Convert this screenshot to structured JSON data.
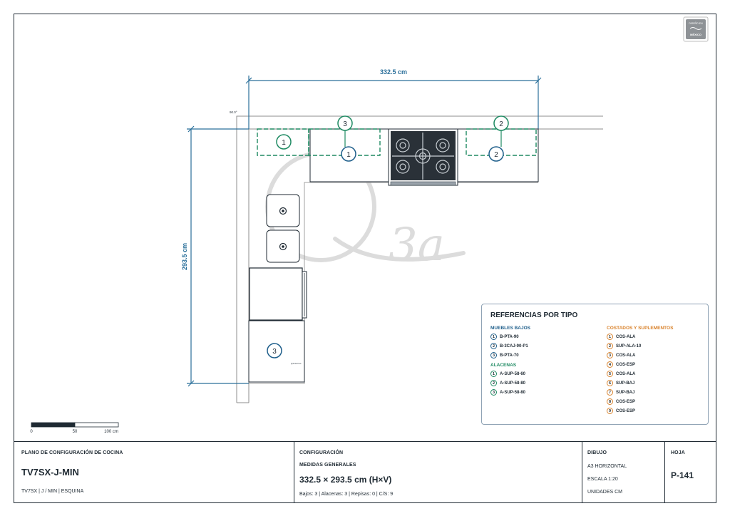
{
  "drawing": {
    "width_dim": "332.5 cm",
    "height_dim": "293.5 cm",
    "angle": "90.0°",
    "watermark": "3a",
    "stamp_text": [
      "DISEÑO EN",
      "MÉXICO"
    ],
    "unit_labels": {
      "base_1": "1",
      "base_2": "2",
      "base_3": "3",
      "wall_1": "1",
      "wall_2": "2",
      "wall_3": "3"
    },
    "appliance_tag": "Q3 Hornos"
  },
  "scale_bar": {
    "ticks": [
      "0",
      "50",
      "100 cm"
    ]
  },
  "legend": {
    "title": "REFERENCIAS POR TIPO",
    "groups": {
      "muebles_bajos": {
        "title": "MUEBLES BAJOS",
        "items": [
          {
            "n": "1",
            "code": "B-PTA-90"
          },
          {
            "n": "2",
            "code": "B-3CAJ-90-P1"
          },
          {
            "n": "3",
            "code": "B-PTA-70"
          }
        ]
      },
      "alacenas": {
        "title": "ALACENAS",
        "items": [
          {
            "n": "1",
            "code": "A-SUP-58-60"
          },
          {
            "n": "2",
            "code": "A-SUP-58-80"
          },
          {
            "n": "3",
            "code": "A-SUP-58-80"
          }
        ]
      },
      "costados": {
        "title": "COSTADOS Y SUPLEMENTOS",
        "items": [
          {
            "n": "1",
            "code": "COS-ALA"
          },
          {
            "n": "2",
            "code": "SUP-ALA-10"
          },
          {
            "n": "3",
            "code": "COS-ALA"
          },
          {
            "n": "4",
            "code": "COS-ESP"
          },
          {
            "n": "5",
            "code": "COS-ALA"
          },
          {
            "n": "6",
            "code": "SUP-BAJ"
          },
          {
            "n": "7",
            "code": "SUP-BAJ"
          },
          {
            "n": "8",
            "code": "COS-ESP"
          },
          {
            "n": "9",
            "code": "COS-ESP"
          }
        ]
      }
    }
  },
  "title_block": {
    "plan_label": "PLANO DE CONFIGURACIÓN DE COCINA",
    "model": "TV7SX-J-MIN",
    "model_sub": "TV7SX | J / MIN | ESQUINA",
    "config_label": "CONFIGURACIÓN",
    "measures_label": "MEDIDAS GENERALES",
    "measures_value": "332.5 × 293.5 cm (H×V)",
    "counts": "Bajos: 3 | Alacenas: 3 | Repisas: 0 | C/S: 9",
    "drawing_label": "DIBUJO",
    "format": "A3 HORIZONTAL",
    "scale": "ESCALA 1:20",
    "units": "UNIDADES CM",
    "sheet_label": "HOJA",
    "sheet": "P-141"
  },
  "colors": {
    "ink": "#1f2a33",
    "base_blue": "#1f5f8b",
    "dim_blue": "#2a6f9a",
    "wall_green": "#1e8a62",
    "accent_orange": "#d9822b",
    "watermark": "#dcdcdc"
  }
}
